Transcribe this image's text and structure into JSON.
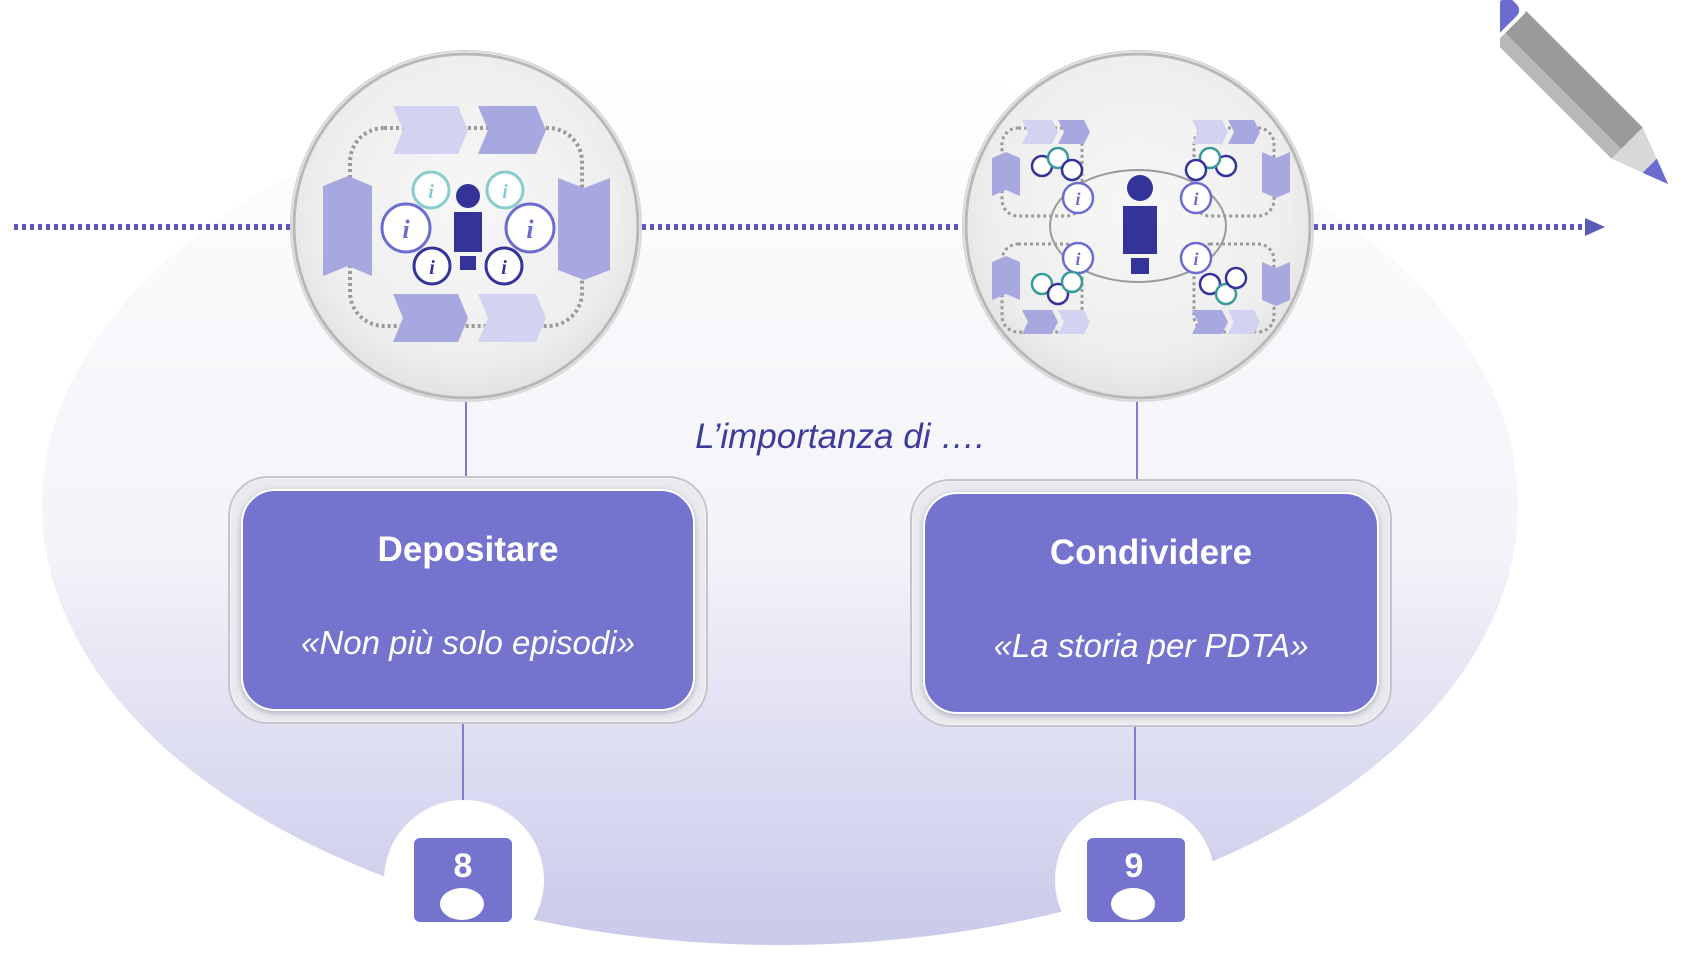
{
  "center_text": "L’importanza di ….",
  "steps": [
    {
      "title": "Depositare",
      "subtitle": "«Non più solo episodi»",
      "number": "8",
      "icon": "single-patient-info-flow-icon"
    },
    {
      "title": "Condividere",
      "subtitle": "«La storia per PDTA»",
      "number": "9",
      "icon": "multi-patient-shared-info-icon"
    }
  ],
  "decor": {
    "timeline": "dotted-arrow-timeline",
    "pencil": "pencil-icon"
  },
  "colors": {
    "accent": "#7474cf",
    "dark_accent": "#33339a",
    "light_accent": "#cfd0ef",
    "text": "#3c3c9a"
  }
}
